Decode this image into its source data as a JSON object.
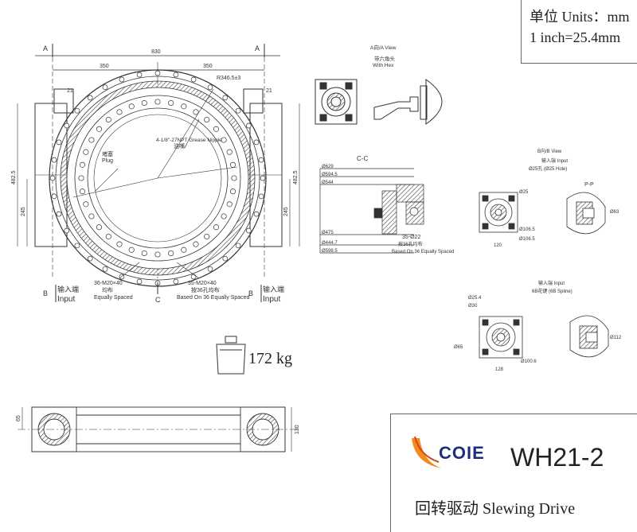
{
  "units": {
    "line1": "单位 Units：mm",
    "line2": "1 inch=25.4mm"
  },
  "title_block": {
    "brand": "COIE",
    "model": "WH21-2",
    "subtitle": "回转驱动  Slewing Drive"
  },
  "weight": "172 kg",
  "front_view": {
    "section_a": "A",
    "section_b": "B",
    "section_c": "C",
    "dim_overall": "830",
    "dim_half_left": "350",
    "dim_half_right": "350",
    "dim_radius": "R346.5±3",
    "dim_height_left": "482.5",
    "dim_height_right": "482.5",
    "dim_lower_left": "245",
    "dim_lower_right": "245",
    "pos_left": "21",
    "pos_right": "21",
    "grease_nipple_cn": "油嘴",
    "grease_nipple_en": "4-1/8\"-27NPT Grease Nipple",
    "plug_cn": "堵塞",
    "plug_en": "Plug",
    "bolt_outer": "36-M20×40",
    "bolt_outer_cn": "均布",
    "bolt_outer_en": "Equally Spaced",
    "bolt_inner": "35-M20×40",
    "bolt_inner_cn": "按36孔均布",
    "bolt_inner_en": "Based On 36 Equally Spaced",
    "input_cn": "输入端",
    "input_en": "Input"
  },
  "view_a": {
    "title": "A向/A View",
    "sub_cn": "带六角头",
    "sub_en": "With Hex"
  },
  "section_cc": {
    "title": "C-C",
    "dims": [
      "Ø629",
      "Ø594.5",
      "Ø544",
      "Ø475",
      "Ø444.7",
      "Ø598.5"
    ],
    "holes": "35-Ø22",
    "holes_cn": "按36孔均布",
    "holes_en": "Based On 36 Equally Spaced"
  },
  "view_b": {
    "title": "B向/B View",
    "sub_cn": "输入端 Input",
    "sub_en": "Ø25孔 (Ø25 Hole)",
    "section_p": "P-P",
    "dims": [
      "Ø25",
      "120",
      "Ø106.5",
      "Ø63",
      "Ø106.5"
    ]
  },
  "view_spline": {
    "sub_cn": "输入端 Input",
    "sub_en": "6B花键 (6B Spline)",
    "dims": [
      "Ø25.4",
      "Ø30",
      "Ø112",
      "128",
      "Ø100.6",
      "Ø65"
    ]
  },
  "bottom_view": {
    "dim_left": "65",
    "dim_right": "130"
  }
}
